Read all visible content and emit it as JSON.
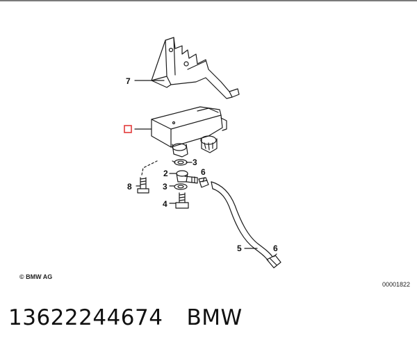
{
  "diagram": {
    "callouts": [
      "7",
      "3",
      "2",
      "6",
      "8",
      "3",
      "4",
      "5",
      "6"
    ],
    "copyright": "© BMW AG",
    "document_number": "00001822"
  },
  "caption": {
    "part_number": "13622244674",
    "brand": "BMW"
  },
  "colors": {
    "highlight_box": "#e23a3a",
    "line": "#1a1a1a"
  }
}
